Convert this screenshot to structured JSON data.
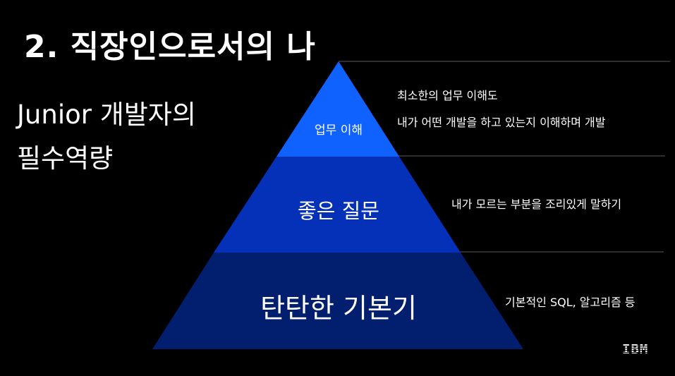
{
  "slide": {
    "title": "2. 직장인으로서의 나",
    "subtitle_line1": "Junior 개발자의",
    "subtitle_line2": "필수역량"
  },
  "pyramid": {
    "tiers": [
      {
        "label": "업무 이해",
        "color": "#0f62fe",
        "descriptions": [
          "최소한의 업무 이해도",
          "내가 어떤 개발을 하고 있는지 이해하며 개발"
        ]
      },
      {
        "label": "좋은 질문",
        "color": "#0530b8",
        "descriptions": [
          "내가 모르는 부분을 조리있게 말하기"
        ]
      },
      {
        "label": "탄탄한 기본기",
        "color": "#021e6e",
        "descriptions": [
          "기본적인 SQL, 알고리즘 등"
        ]
      }
    ],
    "divider_color": "#5a5a5a"
  },
  "footer": {
    "logo": "IBM"
  }
}
